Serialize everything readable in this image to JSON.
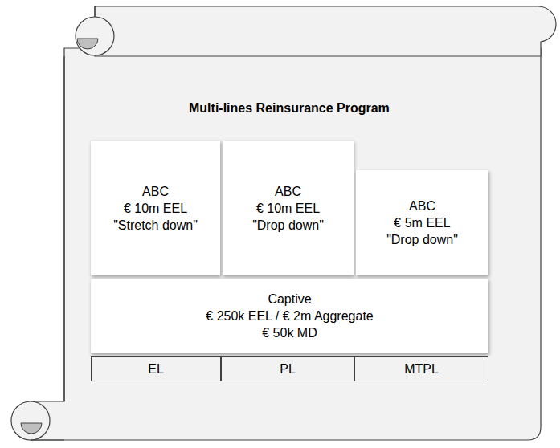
{
  "diagram": {
    "title": "Multi-lines Reinsurance Program",
    "nodes": [
      {
        "text": [
          "ABC",
          "€ 10m EEL",
          "\"Stretch down\""
        ]
      },
      {
        "text": [
          "ABC",
          "€ 10m EEL",
          "\"Drop down\""
        ]
      },
      {
        "text": [
          "ABC",
          "€ 5m EEL",
          "\"Drop down\""
        ]
      },
      {
        "text": [
          "Captive",
          "€ 250k EEL / € 2m Aggregate",
          "€ 50k MD"
        ]
      },
      {
        "text": [
          "EL"
        ]
      },
      {
        "text": [
          "PL"
        ]
      },
      {
        "text": [
          "MTPL"
        ]
      }
    ]
  }
}
